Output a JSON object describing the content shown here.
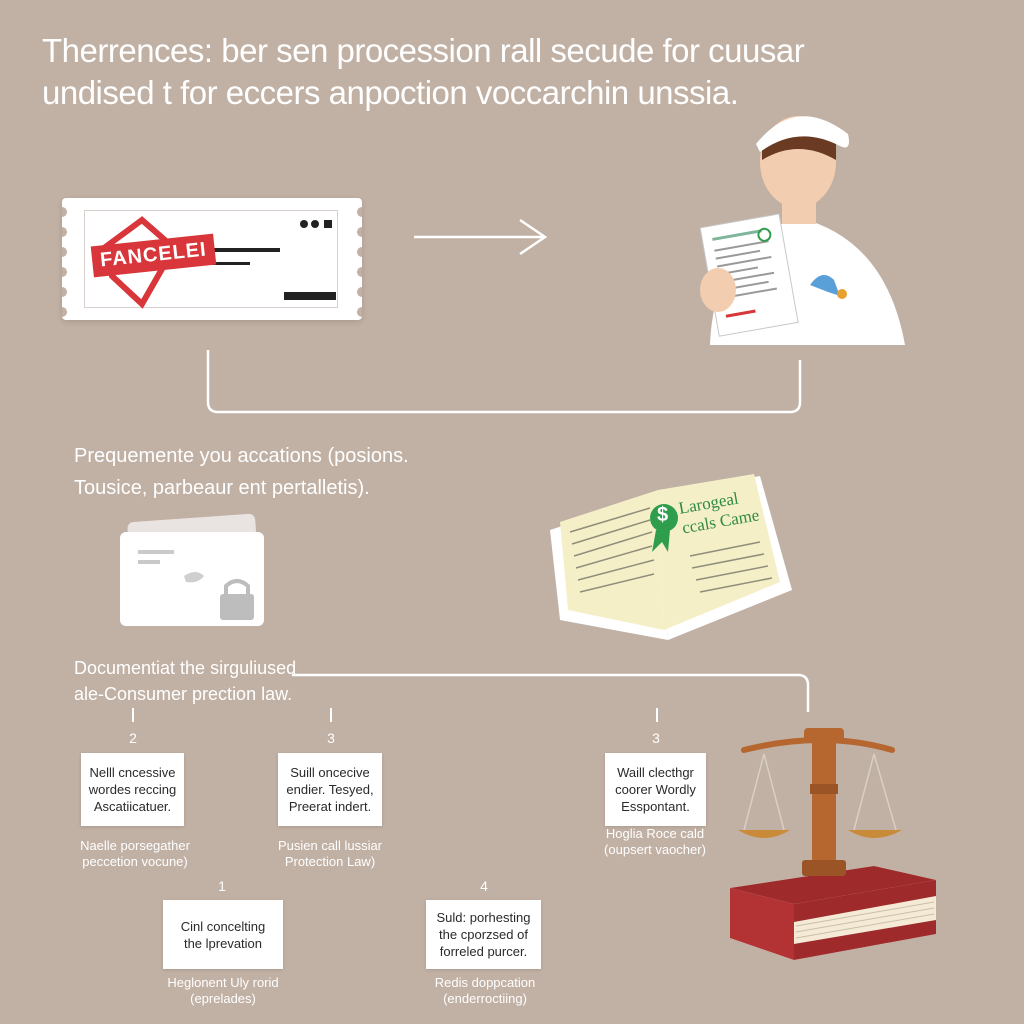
{
  "title_line1": "Therrences: ber sen procession rall secude for cuusar",
  "title_line2": "undised t for eccers anpoction voccarchin unssia.",
  "section_text_line1": "Prequemente you accations (posions.",
  "section_text_line2": "Tousice, parbeaur ent pertalletis).",
  "document_text_line1": "Documentiat the sirguliused",
  "document_text_line2": "ale-Consumer prection law.",
  "stamp_text": "FANCELEI",
  "book_text_line1": "Larogeal",
  "book_text_line2": "ccals Came",
  "book_badge": "$",
  "steps": [
    {
      "number": "2",
      "box_lines": [
        "Nelll cncessive",
        "wordes reccing",
        "Ascatiicatuer."
      ],
      "caption_lines": [
        "Naelle porsegather",
        "peccetion vocune)"
      ]
    },
    {
      "number": "3",
      "box_lines": [
        "Suill oncecive",
        "endier. Tesyed,",
        "Preerat indert."
      ],
      "caption_lines": [
        "Pusien call lussiar",
        "Protection Law)"
      ]
    },
    {
      "number": "3",
      "box_lines": [
        "Waill clecthgr",
        "coorer Wordly",
        "Esspontant."
      ],
      "caption_lines": [
        "Hoglia Roce cald",
        "(oupsert vaocher)"
      ]
    },
    {
      "number": "1",
      "box_lines": [
        "Cinl concelting",
        "the lprevation"
      ],
      "caption_lines": [
        "Heglonent Uly rorid",
        "(eprelades)"
      ]
    },
    {
      "number": "4",
      "box_lines": [
        "Suld: porhesting",
        "the cporzsed of",
        "forreled purcer."
      ],
      "caption_lines": [
        "Redis doppcation",
        "(enderroctiing)"
      ]
    }
  ],
  "colors": {
    "background": "#c1b0a4",
    "line": "#ffffff",
    "stamp": "#d8363a",
    "book_red": "#9e2a2b",
    "wood": "#b5672f",
    "paper": "#f5efc8",
    "green": "#2f9e4c"
  }
}
